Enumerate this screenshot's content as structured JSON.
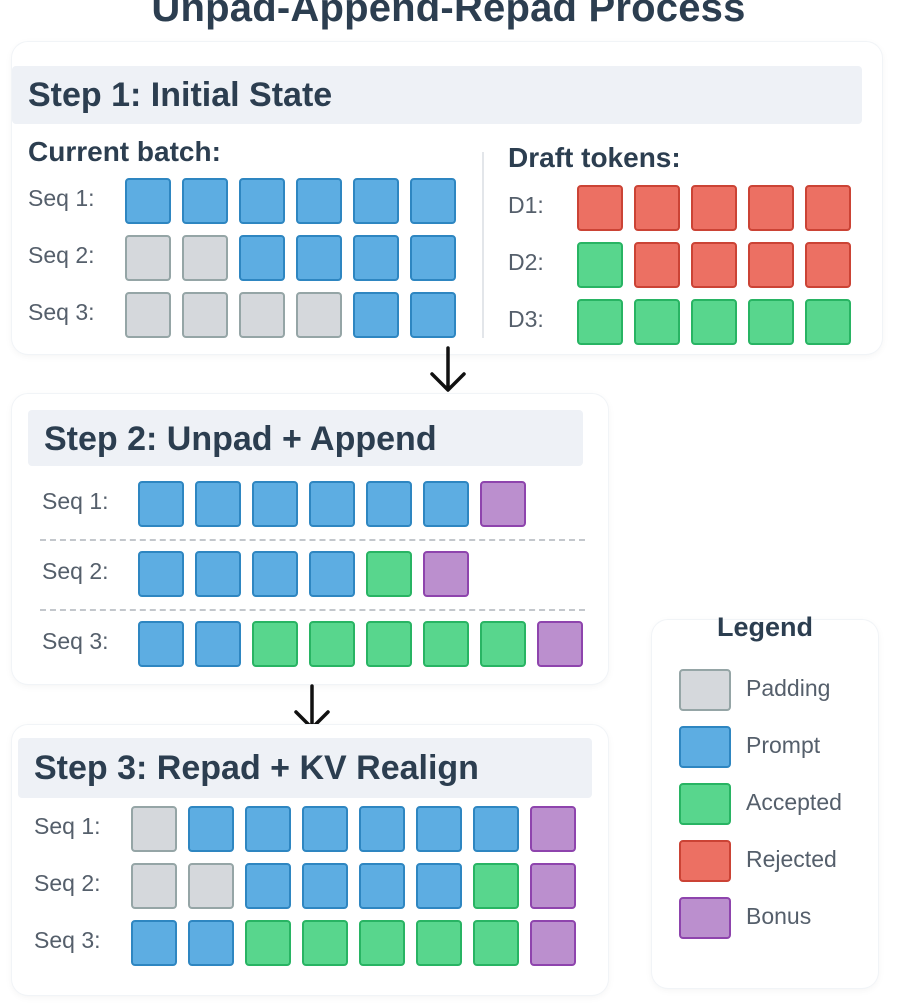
{
  "title": "Unpad-Append-Repad Process",
  "colors": {
    "padding": "#d5d8dc",
    "prompt": "#5dade2",
    "accepted": "#58d68d",
    "rejected": "#ec7063",
    "bonus": "#bb8fce"
  },
  "step1": {
    "heading": "Step 1: Initial State",
    "batch_label": "Current batch:",
    "draft_label": "Draft tokens:",
    "batch_rows": [
      {
        "label": "Seq 1:",
        "tokens": [
          "prompt",
          "prompt",
          "prompt",
          "prompt",
          "prompt",
          "prompt"
        ]
      },
      {
        "label": "Seq 2:",
        "tokens": [
          "padding",
          "padding",
          "prompt",
          "prompt",
          "prompt",
          "prompt"
        ]
      },
      {
        "label": "Seq 3:",
        "tokens": [
          "padding",
          "padding",
          "padding",
          "padding",
          "prompt",
          "prompt"
        ]
      }
    ],
    "draft_rows": [
      {
        "label": "D1:",
        "tokens": [
          "rejected",
          "rejected",
          "rejected",
          "rejected",
          "rejected"
        ]
      },
      {
        "label": "D2:",
        "tokens": [
          "accepted",
          "rejected",
          "rejected",
          "rejected",
          "rejected"
        ]
      },
      {
        "label": "D3:",
        "tokens": [
          "accepted",
          "accepted",
          "accepted",
          "accepted",
          "accepted"
        ]
      }
    ]
  },
  "step2": {
    "heading": "Step 2: Unpad + Append",
    "rows": [
      {
        "label": "Seq 1:",
        "tokens": [
          "prompt",
          "prompt",
          "prompt",
          "prompt",
          "prompt",
          "prompt",
          "bonus"
        ]
      },
      {
        "label": "Seq 2:",
        "tokens": [
          "prompt",
          "prompt",
          "prompt",
          "prompt",
          "accepted",
          "bonus"
        ]
      },
      {
        "label": "Seq 3:",
        "tokens": [
          "prompt",
          "prompt",
          "accepted",
          "accepted",
          "accepted",
          "accepted",
          "accepted",
          "bonus"
        ]
      }
    ]
  },
  "step3": {
    "heading": "Step 3: Repad + KV Realign",
    "rows": [
      {
        "label": "Seq 1:",
        "tokens": [
          "padding",
          "prompt",
          "prompt",
          "prompt",
          "prompt",
          "prompt",
          "prompt",
          "bonus"
        ]
      },
      {
        "label": "Seq 2:",
        "tokens": [
          "padding",
          "padding",
          "prompt",
          "prompt",
          "prompt",
          "prompt",
          "accepted",
          "bonus"
        ]
      },
      {
        "label": "Seq 3:",
        "tokens": [
          "prompt",
          "prompt",
          "accepted",
          "accepted",
          "accepted",
          "accepted",
          "accepted",
          "bonus"
        ]
      }
    ]
  },
  "legend": {
    "title": "Legend",
    "items": [
      {
        "key": "padding",
        "label": "Padding"
      },
      {
        "key": "prompt",
        "label": "Prompt"
      },
      {
        "key": "accepted",
        "label": "Accepted"
      },
      {
        "key": "rejected",
        "label": "Rejected"
      },
      {
        "key": "bonus",
        "label": "Bonus"
      }
    ]
  }
}
